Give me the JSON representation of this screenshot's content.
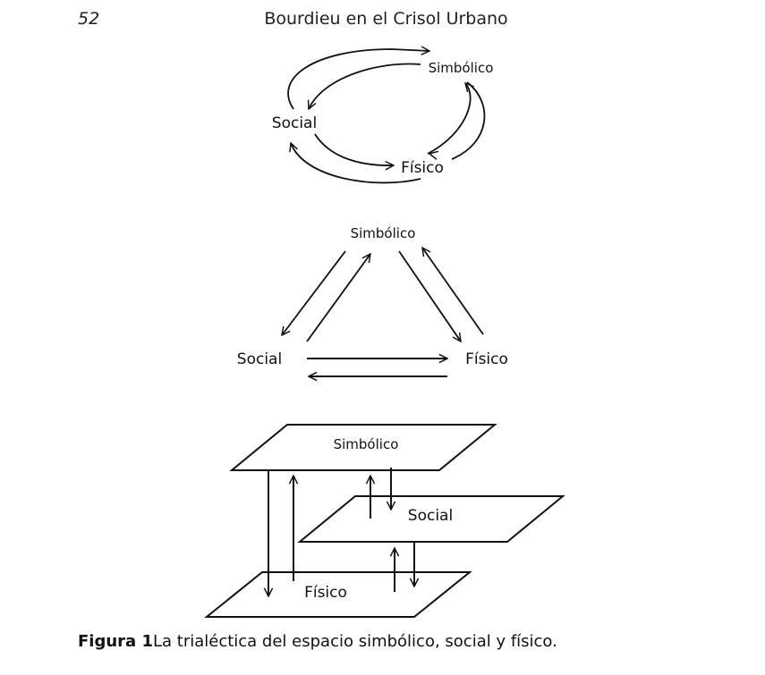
{
  "header": {
    "page_number": "52",
    "running_title": "Bourdieu en el Crisol Urbano"
  },
  "figure": {
    "cycle_diagram": {
      "nodes": {
        "simbolico": "Simbólico",
        "social": "Social",
        "fisico": "Físico"
      }
    },
    "triangle_diagram": {
      "nodes": {
        "simbolico": "Simbólico",
        "social": "Social",
        "fisico": "Físico"
      }
    },
    "planes_diagram": {
      "planes": {
        "simbolico": "Simbólico",
        "social": "Social",
        "fisico": "Físico"
      }
    }
  },
  "caption": {
    "label": "Figura 1",
    "text": "La trialéctica del espacio simbólico, social y físico."
  },
  "colors": {
    "ink": "#111111",
    "background": "#ffffff"
  }
}
